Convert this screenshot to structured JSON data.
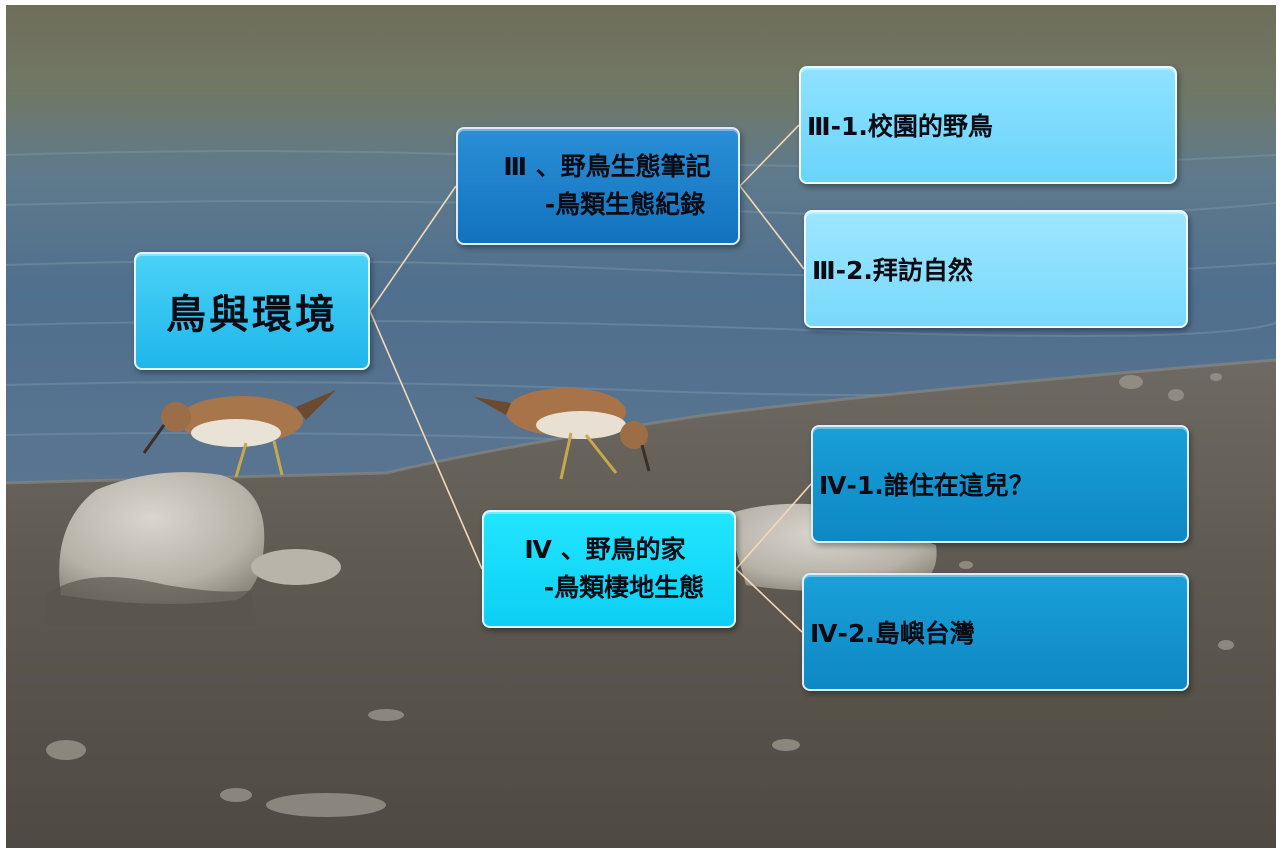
{
  "diagram": {
    "root": {
      "label": "鳥與環境"
    },
    "branches": [
      {
        "line1": "Ⅲ 、野鳥生態筆記",
        "line2": "-鳥類生態紀錄",
        "children": [
          "Ⅲ-1.校園的野鳥",
          "Ⅲ-2.拜訪自然"
        ]
      },
      {
        "line1": "Ⅳ 、野鳥的家",
        "line2": "-鳥類棲地生態",
        "children": [
          "Ⅳ-1.誰住在這兒？",
          "Ⅳ-2.島嶼台灣"
        ]
      }
    ]
  },
  "colors": {
    "root_fill": "#1fb6ea",
    "branch3_fill": "#1272be",
    "branch4_fill": "#0ccff4",
    "leaf3_fill": "#6ad4fb",
    "leaf4_fill": "#0e88c4",
    "connector": "#f2d9b8"
  },
  "background": {
    "description_icon": "shorebird-photo",
    "elements": [
      "water",
      "mudflat",
      "rocks",
      "sandpiper-left",
      "sandpiper-right"
    ]
  }
}
